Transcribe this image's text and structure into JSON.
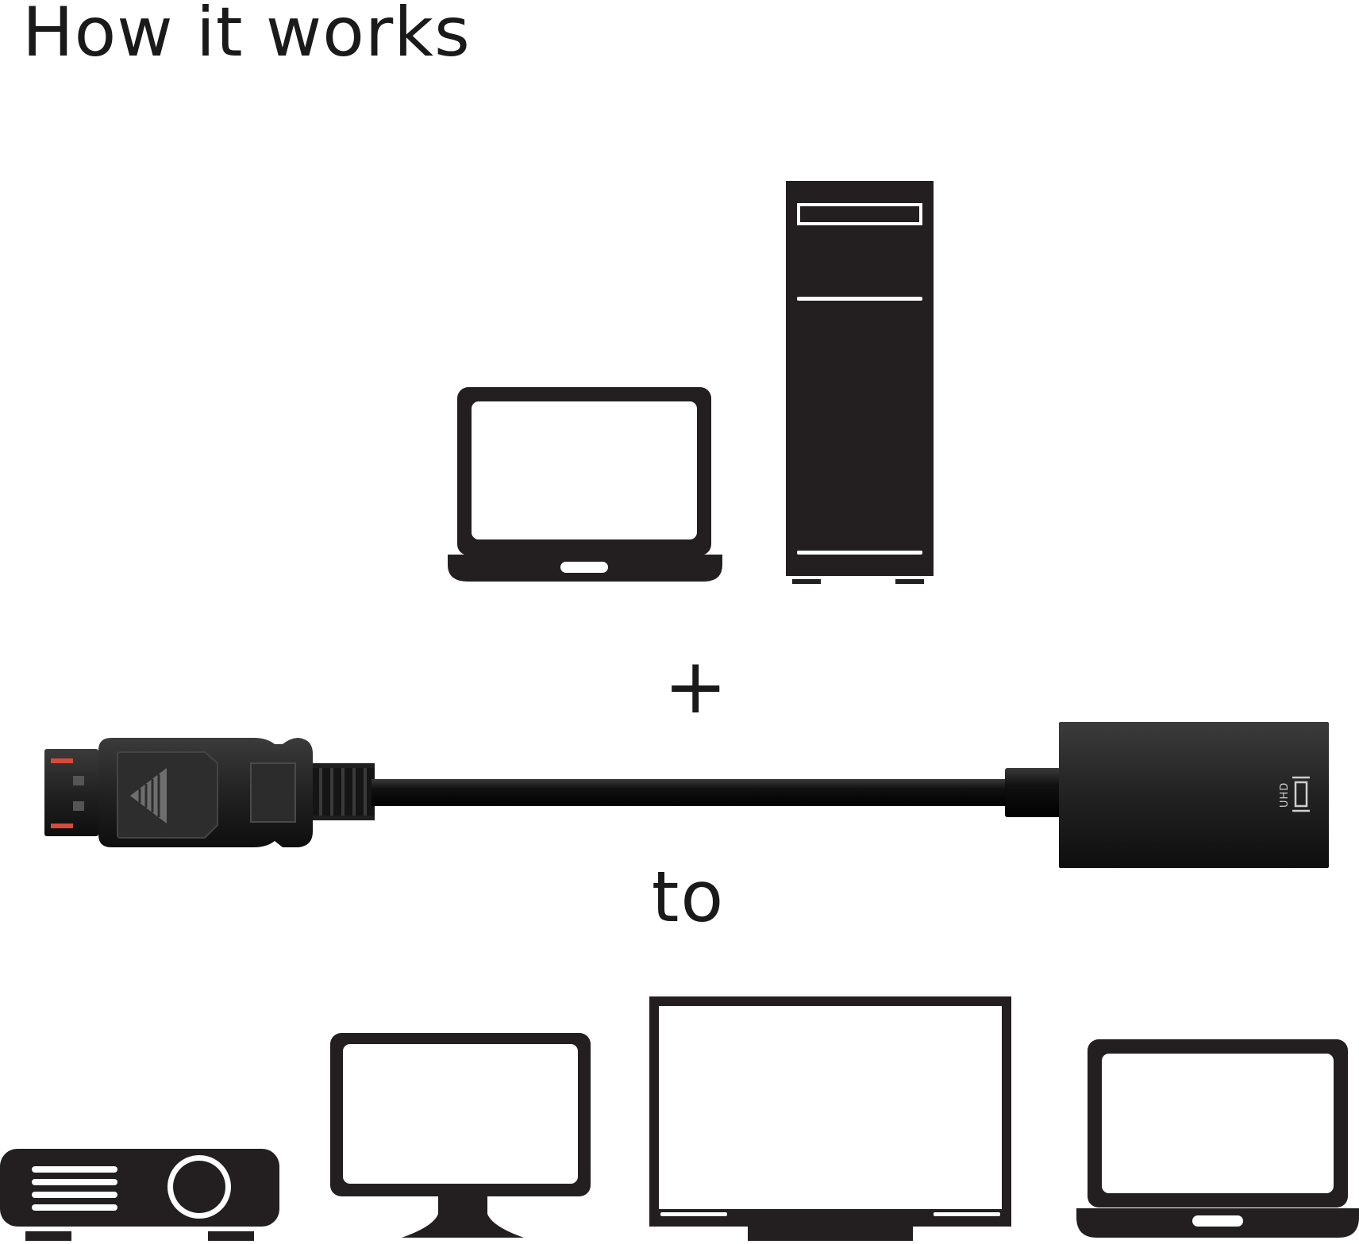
{
  "page": {
    "title": "How it works",
    "plus_sign": "+",
    "connector_word": "to"
  },
  "sources": [
    {
      "name": "laptop-icon"
    },
    {
      "name": "desktop-tower-icon"
    }
  ],
  "adapter": {
    "name": "displayport-adapter-cable",
    "label": "UHD"
  },
  "targets": [
    {
      "name": "projector-icon"
    },
    {
      "name": "monitor-icon"
    },
    {
      "name": "tv-icon"
    },
    {
      "name": "laptop-icon"
    }
  ],
  "colors": {
    "icon": "#231f20",
    "cable": "#151515",
    "background": "#ffffff"
  }
}
